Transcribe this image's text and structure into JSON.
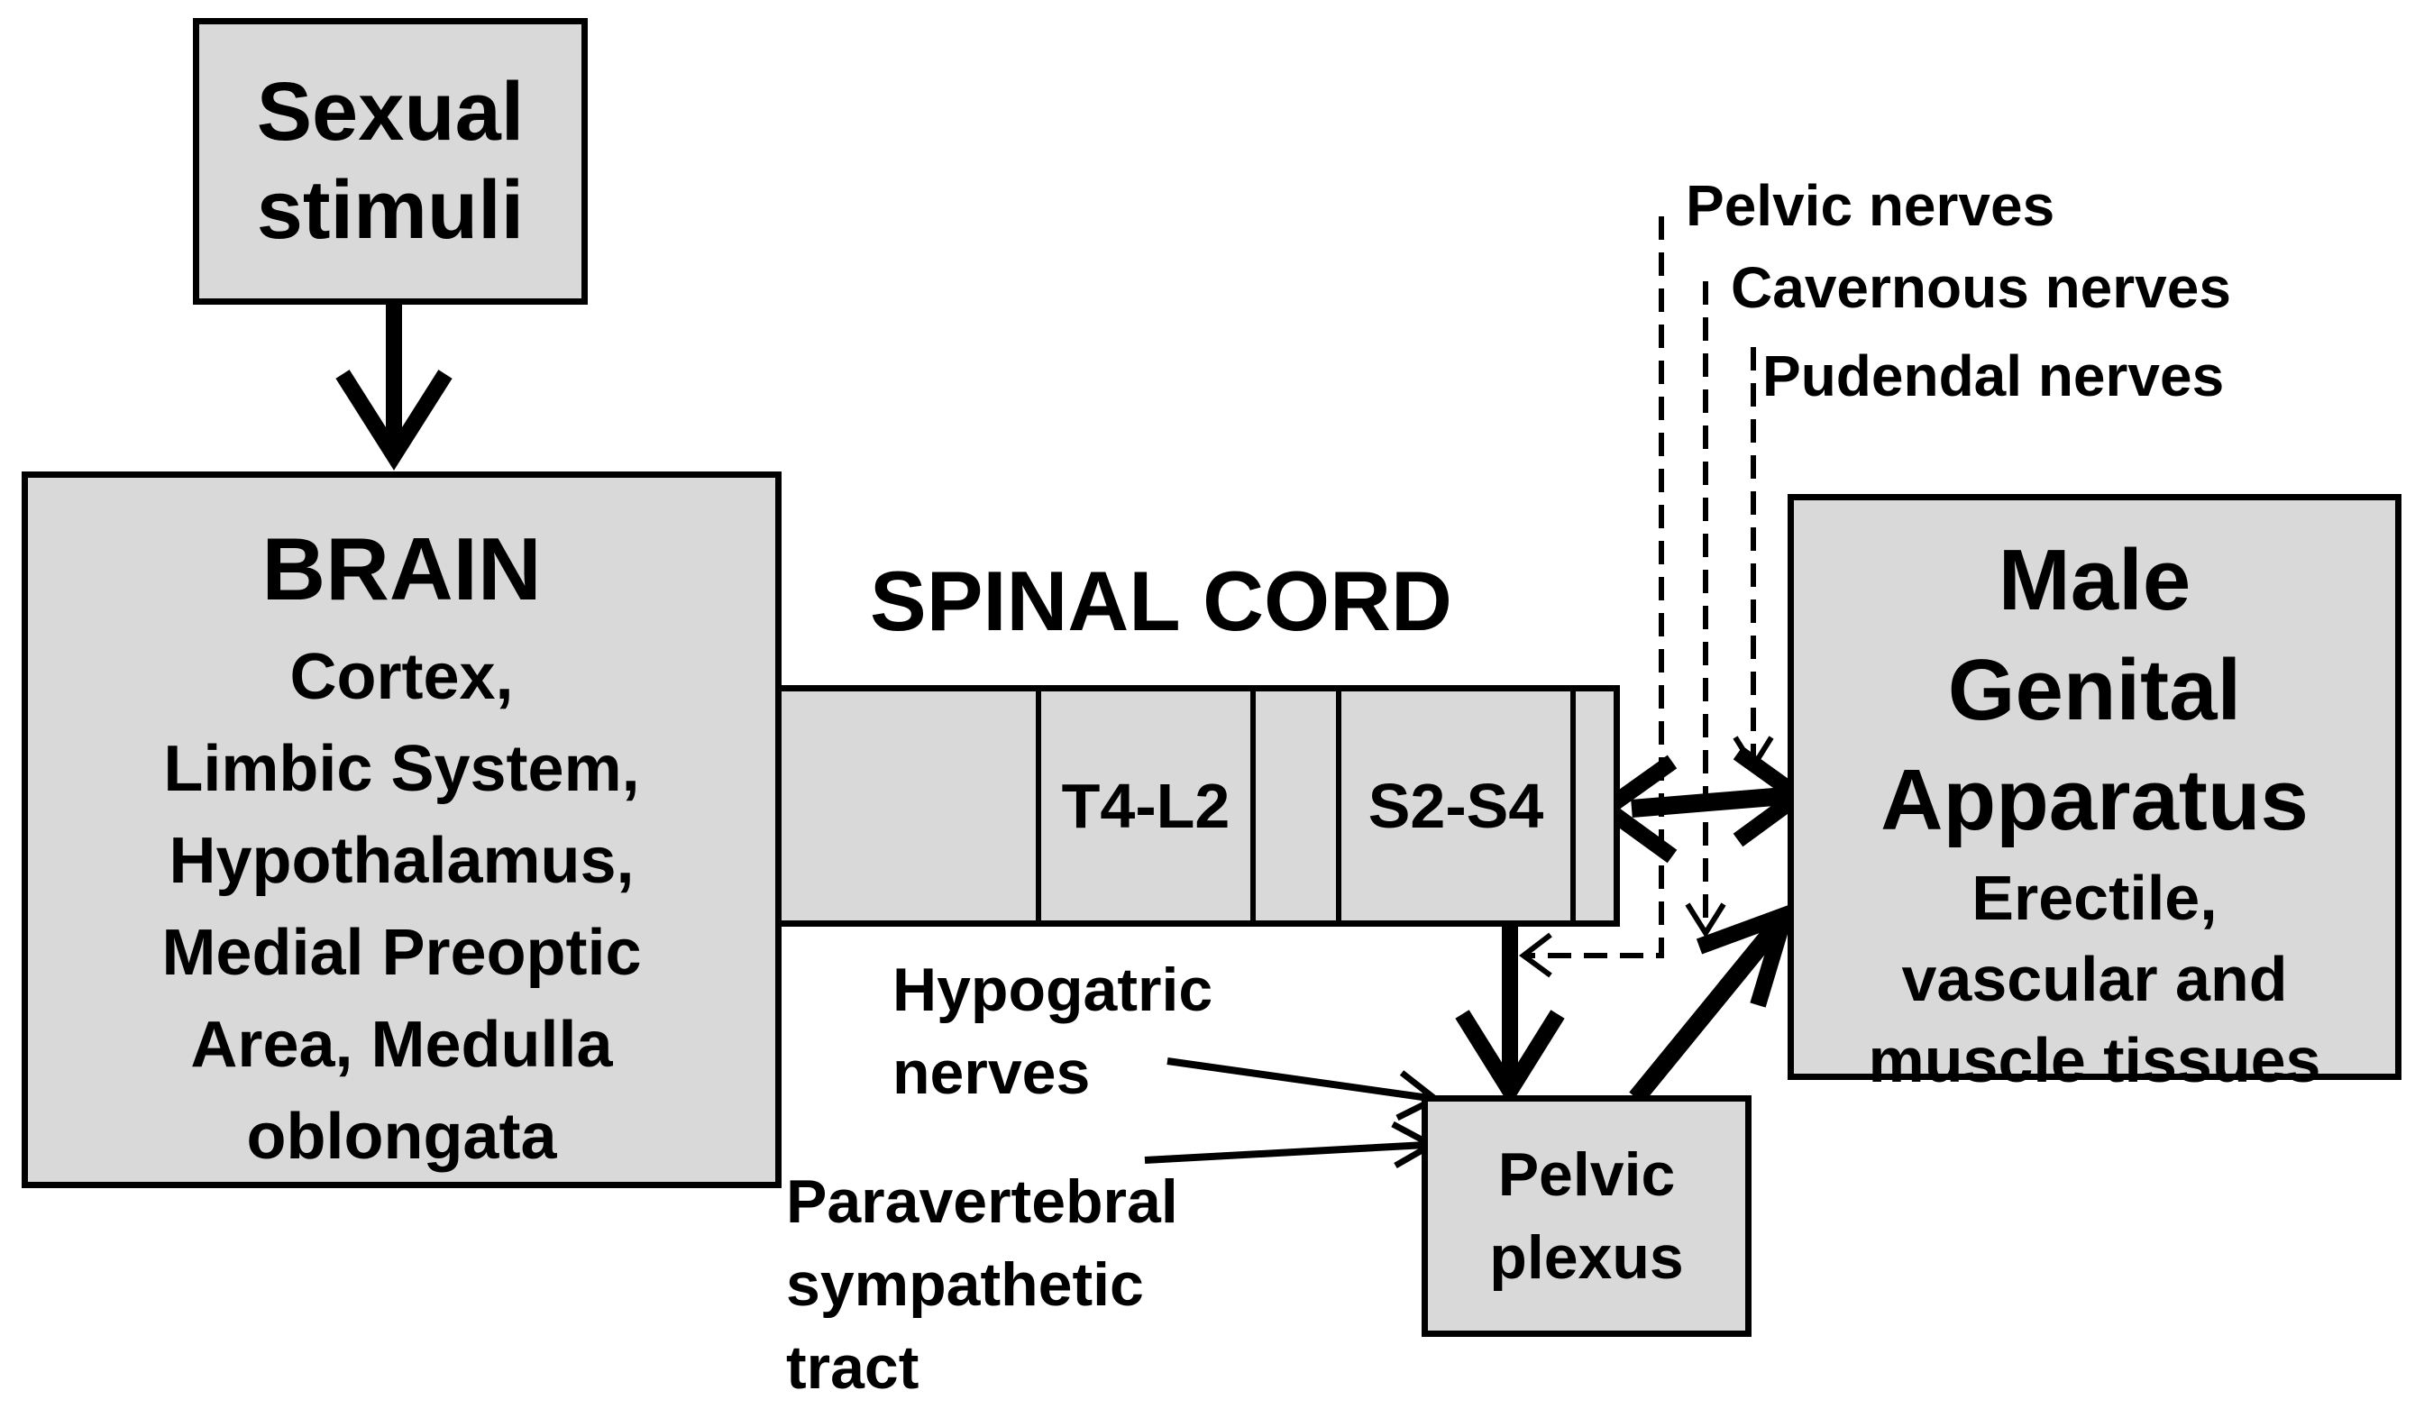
{
  "sexual_stimuli": {
    "line1": "Sexual",
    "line2": "stimuli"
  },
  "brain": {
    "title": "BRAIN",
    "lines": [
      "Cortex,",
      "Limbic System,",
      "Hypothalamus,",
      "Medial Preoptic",
      "Area, Medulla",
      "oblongata"
    ]
  },
  "spinal_cord": {
    "title": "SPINAL CORD",
    "segment1": "T4-L2",
    "segment2": "S2-S4"
  },
  "genital": {
    "line1": "Male",
    "line2": "Genital",
    "line3": "Apparatus",
    "sub1": "Erectile,",
    "sub2": "vascular and",
    "sub3": "muscle tissues"
  },
  "nerves": {
    "pelvic": "Pelvic nerves",
    "cavernous": "Cavernous nerves",
    "pudendal": "Pudendal nerves"
  },
  "hypogastric": {
    "line1": "Hypogatric",
    "line2": "nerves"
  },
  "paravertebral": {
    "line1": "Paravertebral",
    "line2": "sympathetic",
    "line3": "tract"
  },
  "pelvic_plexus": {
    "line1": "Pelvic",
    "line2": "plexus"
  }
}
